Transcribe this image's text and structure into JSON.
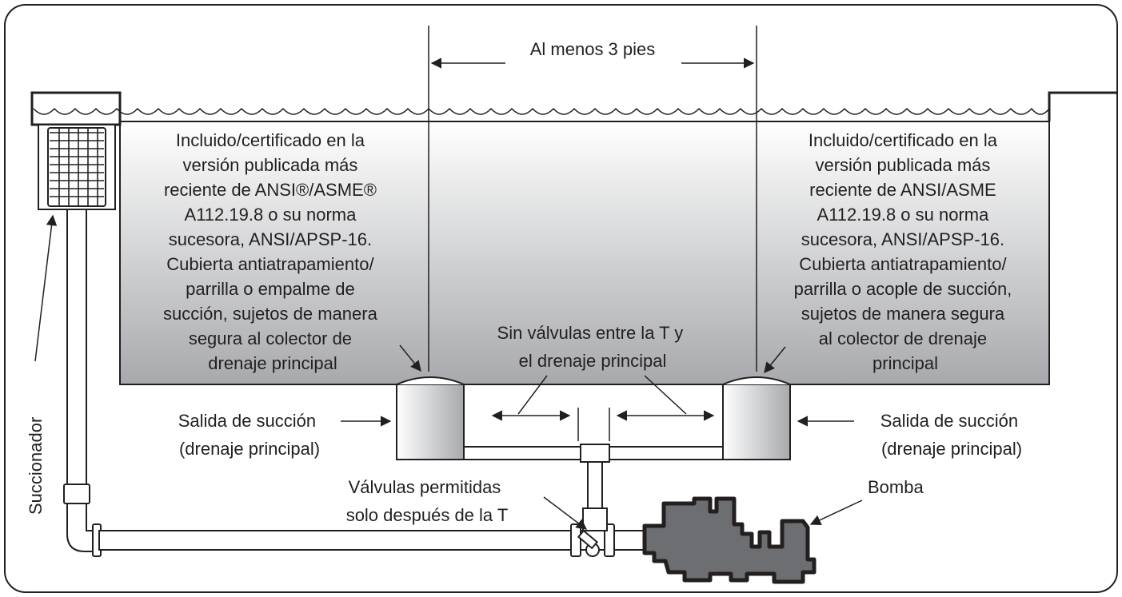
{
  "distance_label": "Al menos 3 pies",
  "left_note": [
    "Incluido/certificado en la",
    "versión publicada más",
    "reciente de ANSI®/ASME®",
    "A112.19.8 o su norma",
    "sucesora, ANSI/APSP-16.",
    "Cubierta antiatrapamiento/",
    "parrilla o empalme de",
    "succión, sujetos de manera",
    "segura al colector de",
    "drenaje principal"
  ],
  "right_note": [
    "Incluido/certificado en la",
    "versión publicada más",
    "reciente de ANSI/ASME",
    "A112.19.8 o su norma",
    "sucesora, ANSI/APSP-16.",
    "Cubierta antiatrapamiento/",
    "parrilla o acople de succión,",
    "sujetos de manera segura",
    "al colector de drenaje",
    "principal"
  ],
  "no_valves_label": [
    "Sin válvulas entre la T y",
    "el drenaje principal"
  ],
  "left_outlet_label": [
    "Salida de succión",
    "(drenaje principal)"
  ],
  "right_outlet_label": [
    "Salida de succión",
    "(drenaje principal)"
  ],
  "valves_label": [
    "Válvulas permitidas",
    "solo después de la T"
  ],
  "pump_label": "Bomba",
  "skimmer_label": "Succionador",
  "colors": {
    "line": "#231f20",
    "pump_fill": "#6d6e71",
    "water_top": "#ffffff",
    "water_bottom": "#a7a9ac"
  }
}
